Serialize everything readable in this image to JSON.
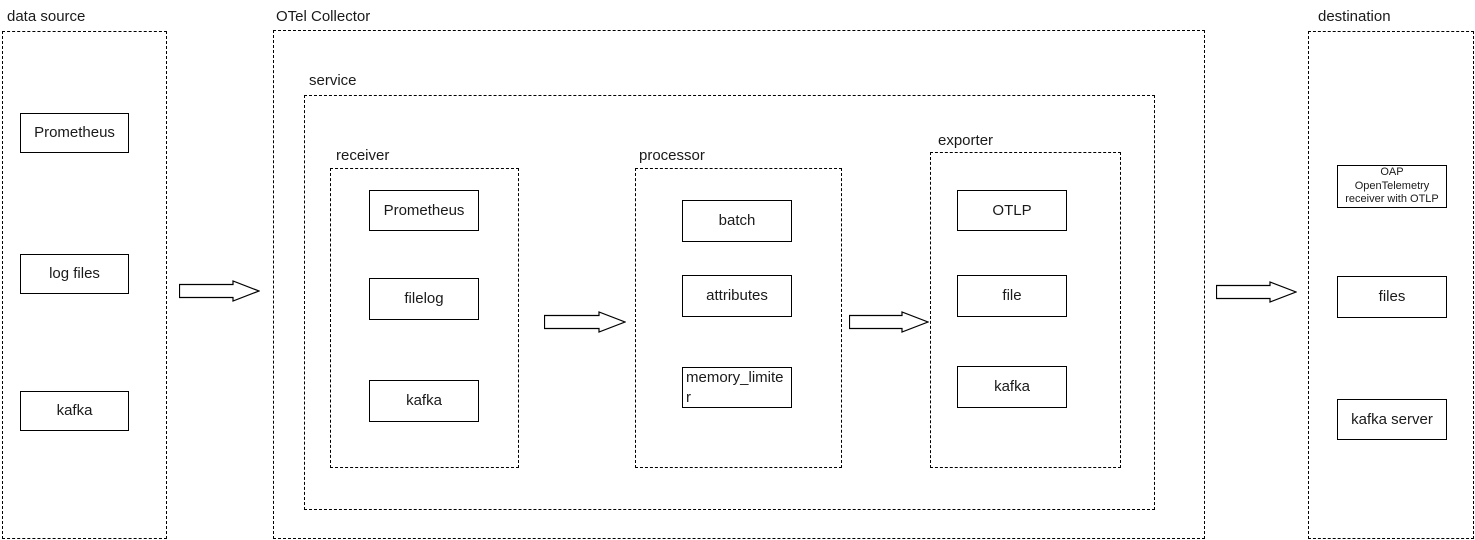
{
  "diagram": {
    "groups": {
      "data_source": {
        "label": "data source",
        "nodes": [
          {
            "label": "Prometheus"
          },
          {
            "label": "log files"
          },
          {
            "label": "kafka"
          }
        ]
      },
      "otel_collector": {
        "label": "OTel Collector",
        "service": {
          "label": "service",
          "pipelines": {
            "receiver": {
              "label": "receiver",
              "nodes": [
                {
                  "label": "Prometheus"
                },
                {
                  "label": "filelog"
                },
                {
                  "label": "kafka"
                }
              ]
            },
            "processor": {
              "label": "processor",
              "nodes": [
                {
                  "label": "batch"
                },
                {
                  "label": "attributes"
                },
                {
                  "label": "memory_limiter"
                }
              ]
            },
            "exporter": {
              "label": "exporter",
              "nodes": [
                {
                  "label": "OTLP"
                },
                {
                  "label": "file"
                },
                {
                  "label": "kafka"
                }
              ]
            }
          }
        }
      },
      "destination": {
        "label": "destination",
        "nodes": [
          {
            "label": "OAP OpenTelemetry receiver with OTLP",
            "lines": [
              "OAP",
              "OpenTelemetry",
              "receiver with OTLP"
            ]
          },
          {
            "label": "files"
          },
          {
            "label": "kafka server"
          }
        ]
      }
    },
    "colors": {
      "line": "#000000",
      "text": "#1a1a1a",
      "background": "#ffffff"
    }
  }
}
